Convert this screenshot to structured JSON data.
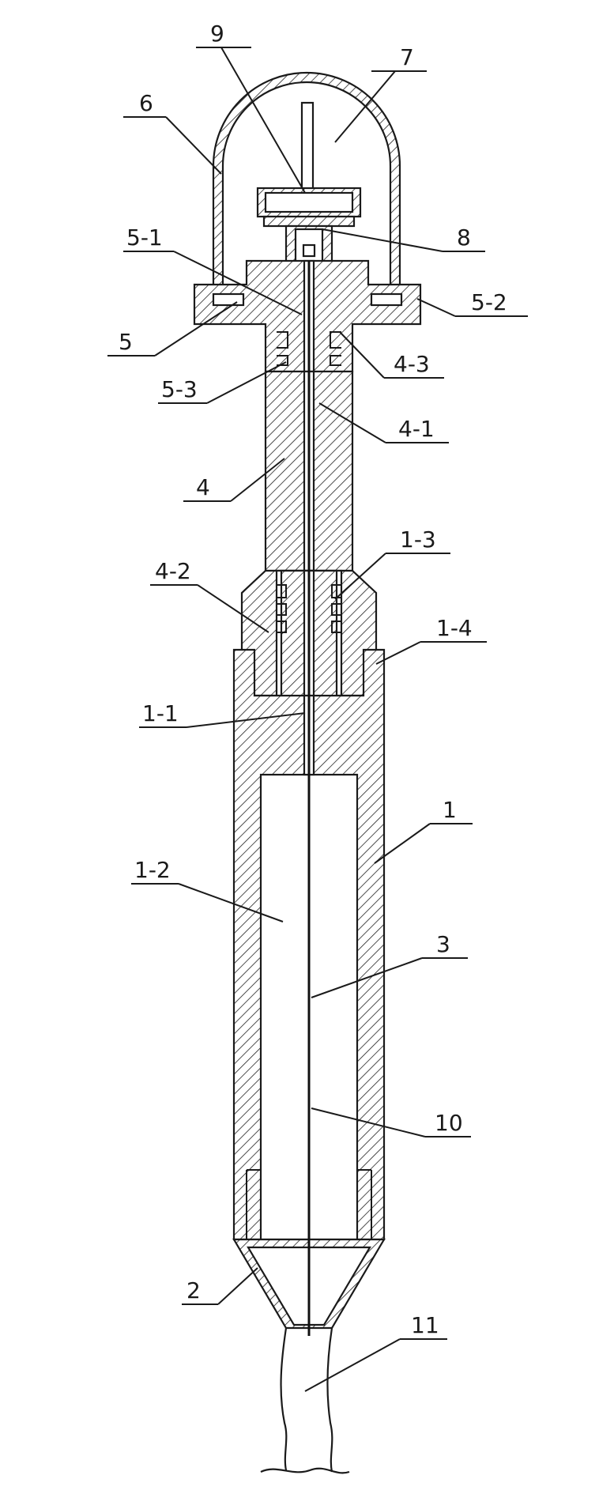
{
  "labels": [
    {
      "id": "9",
      "text": "9"
    },
    {
      "id": "7",
      "text": "7"
    },
    {
      "id": "6",
      "text": "6"
    },
    {
      "id": "5-1",
      "text": "5-1"
    },
    {
      "id": "8",
      "text": "8"
    },
    {
      "id": "5",
      "text": "5"
    },
    {
      "id": "5-2",
      "text": "5-2"
    },
    {
      "id": "4-3",
      "text": "4-3"
    },
    {
      "id": "5-3",
      "text": "5-3"
    },
    {
      "id": "4-1",
      "text": "4-1"
    },
    {
      "id": "4",
      "text": "4"
    },
    {
      "id": "1-3",
      "text": "1-3"
    },
    {
      "id": "4-2",
      "text": "4-2"
    },
    {
      "id": "1-4",
      "text": "1-4"
    },
    {
      "id": "1-1",
      "text": "1-1"
    },
    {
      "id": "1",
      "text": "1"
    },
    {
      "id": "1-2",
      "text": "1-2"
    },
    {
      "id": "3",
      "text": "3"
    },
    {
      "id": "10",
      "text": "10"
    },
    {
      "id": "2",
      "text": "2"
    },
    {
      "id": "11",
      "text": "11"
    }
  ]
}
